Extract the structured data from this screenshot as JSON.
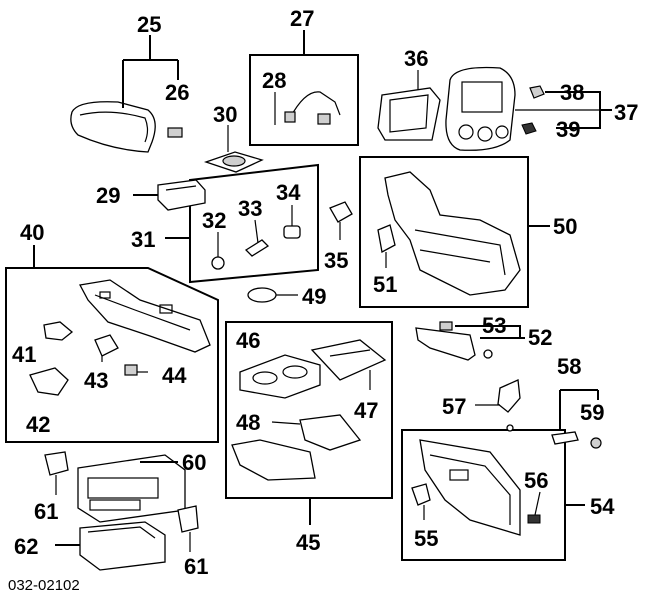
{
  "diagram": {
    "figure_code": "032-02102",
    "labels": {
      "p25": "25",
      "p26": "26",
      "p27": "27",
      "p28": "28",
      "p29": "29",
      "p30": "30",
      "p31": "31",
      "p32": "32",
      "p33": "33",
      "p34": "34",
      "p35": "35",
      "p36": "36",
      "p37": "37",
      "p38": "38",
      "p39": "39",
      "p40": "40",
      "p41": "41",
      "p42": "42",
      "p43": "43",
      "p44": "44",
      "p45": "45",
      "p46": "46",
      "p47": "47",
      "p48": "48",
      "p49": "49",
      "p50": "50",
      "p51": "51",
      "p52": "52",
      "p53": "53",
      "p54": "54",
      "p55": "55",
      "p56": "56",
      "p57": "57",
      "p58": "58",
      "p59": "59",
      "p60": "60",
      "p61a": "61",
      "p61b": "61",
      "p62": "62"
    }
  }
}
